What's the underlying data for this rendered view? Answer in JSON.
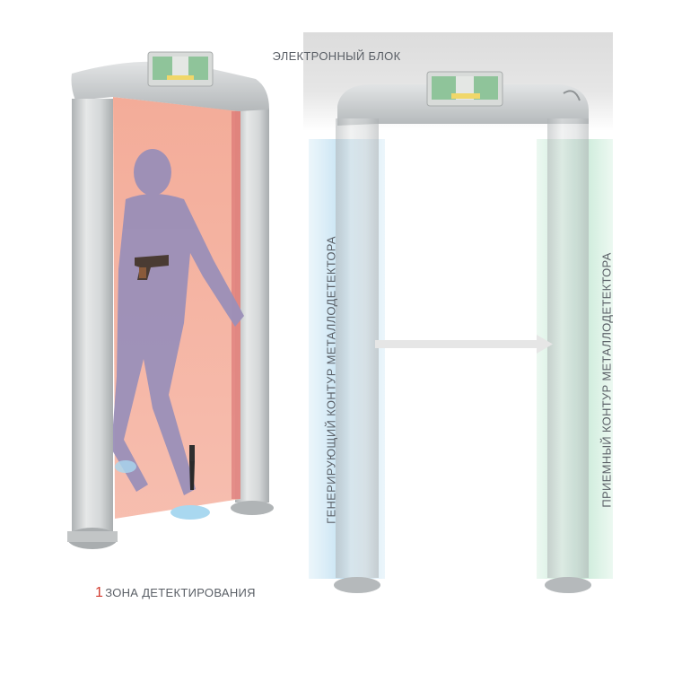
{
  "labels": {
    "zone_number": "1",
    "zone_text": "ЗОНА ДЕТЕКТИРОВАНИЯ",
    "electronic_block": "ЭЛЕКТРОННЫЙ БЛОК",
    "generating_contour": "ГЕНЕРИРУЮЩИЙ КОНТУР МЕТАЛЛОДЕТЕКТОРА",
    "receiving_contour": "ПРИЕМНЫЙ КОНТУР МЕТАЛЛОДЕТЕКТОРА"
  },
  "colors": {
    "detection_zone": "#f0a08c",
    "person_silhouette": "#9a8fb8",
    "generating_glow": "#a9d4ec",
    "receiving_glow": "#a8dcc0",
    "frame": "#c9cccd",
    "accent_number": "#d23b2e",
    "text": "#5a5f66"
  }
}
